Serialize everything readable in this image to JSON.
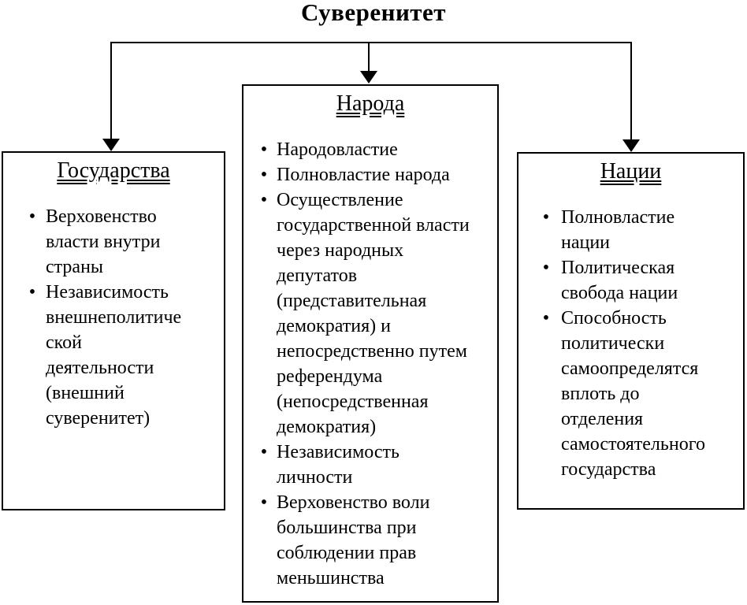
{
  "title": "Суверенитет",
  "icons": {
    "bullet": "•"
  },
  "colors": {
    "text": "#000000",
    "border": "#000000",
    "background": "#ffffff"
  },
  "boxes": [
    {
      "title": "Государства",
      "items": [
        "Верховенство\nвласти внутри\nстраны",
        "Независимость\nвнешнеполитиче\nской\nдеятельности\n(внешний\nсуверенитет)"
      ]
    },
    {
      "title": "Народа",
      "items": [
        "Народовластие",
        "Полновластие народа",
        "Осуществление\nгосударственной власти\nчерез народных\nдепутатов\n(представительная\nдемократия) и\nнепосредственно путем\nреферендума\n(непосредственная\nдемократия)",
        "Независимость\nличности",
        "Верховенство воли\nбольшинства при\nсоблюдении прав\nменьшинства"
      ]
    },
    {
      "title": "Нации",
      "items": [
        "Полновластие\nнации",
        "Политическая\nсвобода нации",
        "Способность\nполитически\nсамоопределятся\nвплоть до\nотделения\nсамостоятельного\nгосударства"
      ]
    }
  ]
}
